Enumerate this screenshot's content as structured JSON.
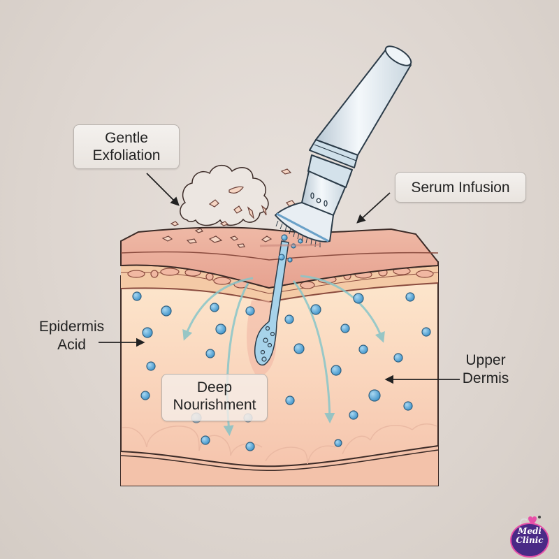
{
  "diagram": {
    "title": "Skin treatment: exfoliation and serum infusion cross-section",
    "labels": {
      "gentle_exfoliation": [
        "Gentle",
        "Exfoliation"
      ],
      "serum_infusion": "Serum Infusion",
      "epidermis_acid": [
        "Epidermis",
        "Acid"
      ],
      "upper_dermis": [
        "Upper",
        "Dermis"
      ],
      "deep_nourishment": [
        "Deep",
        "Nourishment"
      ]
    },
    "logo": {
      "line1": "Medi",
      "line2": "Clinic"
    },
    "colors": {
      "background": "#ddd5cf",
      "stratum_corneum": "#eaa898",
      "epidermis_band": "#f3c9b0",
      "dermis_top": "#fbe6cc",
      "dermis_bottom": "#f6c4ad",
      "serum_droplet": "#6fb3de",
      "flow_arrows": "#88c6c9",
      "outline": "#3b2a26",
      "device_body": "#dfe8ef",
      "logo_purple": "#4a2a86",
      "logo_pink": "#e64fa8"
    }
  }
}
